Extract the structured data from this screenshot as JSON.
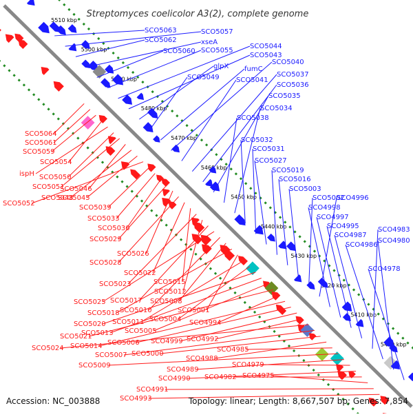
{
  "title": "Streptomyces coelicolor A3(2), complete genome",
  "accession": "Accession: NC_003888",
  "topology": "Topology: linear; Length: 8,667,507 bp; Genes: 7,854",
  "colors": {
    "forward": "#1a1aff",
    "reverse": "#ff1a1a",
    "backbone": "#888888",
    "ticks": "#228b22"
  },
  "ticks": [
    "5510 kbp",
    "5500 kbp",
    "5490 kbp",
    "5480 kbp",
    "5470 kbp",
    "5460 kbp",
    "5450 kbp",
    "5440 kbp",
    "5430 kbp",
    "5420 kbp",
    "5410 kbp",
    "5400 kbp"
  ],
  "forward_labels": [
    "SCO5063",
    "SCO5057",
    "SCO5062",
    "xseA",
    "SCO5060",
    "SCO5055",
    "SCO5044",
    "SCO5043",
    "glpX",
    "SCO5049",
    "fumC",
    "SCO5040",
    "SCO5041",
    "SCO5037",
    "SCO5036",
    "SCO5035",
    "SCO5038",
    "SCO5034",
    "SCO5032",
    "SCO5031",
    "SCO5027",
    "SCO5019",
    "SCO5016",
    "SCO5003",
    "SCO5002",
    "SCO4996",
    "SCO4998",
    "SCO4997",
    "SCO4995",
    "SCO4987",
    "SCO4983",
    "SCO4986",
    "SCO4980",
    "SCO4978"
  ],
  "reverse_labels": [
    "SCO5064",
    "SCO5061",
    "SCO5059",
    "SCO5054",
    "ispH",
    "SCO5050",
    "SCO5051",
    "SCO5046",
    "SCO5048",
    "SCO5045",
    "SCO5052",
    "SCO5039",
    "SCO5033",
    "SCO5030",
    "SCO5029",
    "SCO5026",
    "SCO5028",
    "SCO5022",
    "SCO5015",
    "SCO5023",
    "SCO5012",
    "SCO5017",
    "SCO5025",
    "SCO5010",
    "SCO5008",
    "SCO5018",
    "SCO5001",
    "SCO5011",
    "SCO5004",
    "SCO5020",
    "SCO5013",
    "SCO5005",
    "SCO5021",
    "SCO4994",
    "SCO5014",
    "SCO5006",
    "SCO4999",
    "SCO4992",
    "SCO5024",
    "SCO5007",
    "SCO5000",
    "SCO4988",
    "SCO4985",
    "SCO5009",
    "SCO4989",
    "SCO4979",
    "SCO4990",
    "SCO4982",
    "SCO4975",
    "SCO4991",
    "SCO4993"
  ]
}
